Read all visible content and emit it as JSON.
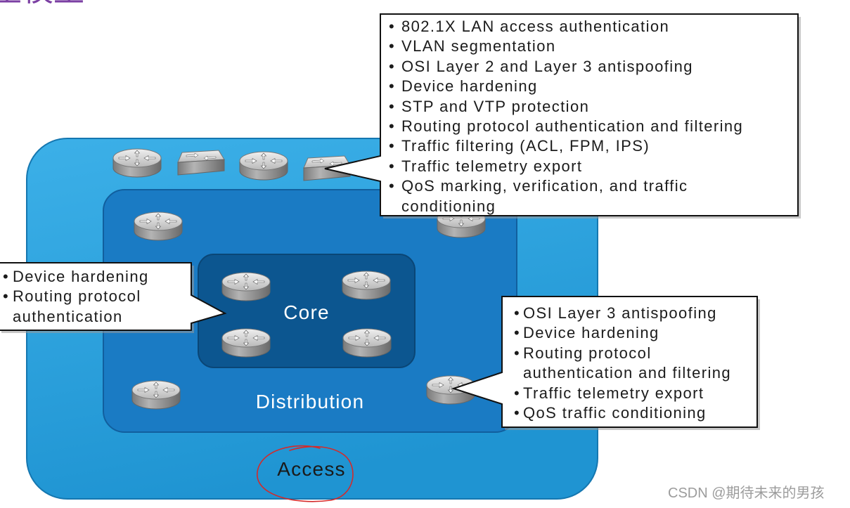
{
  "title": "全模型",
  "layers": {
    "core": "Core",
    "distribution": "Distribution",
    "access": "Access"
  },
  "callouts": {
    "access": {
      "items": [
        [
          "802.1X LAN access authentication"
        ],
        [
          "VLAN segmentation"
        ],
        [
          "OSI Layer 2 and Layer 3 antispoofing"
        ],
        [
          "Device hardening"
        ],
        [
          "STP and VTP protection"
        ],
        [
          "Routing protocol authentication and filtering"
        ],
        [
          "Traffic filtering (ACL, FPM, IPS)"
        ],
        [
          "Traffic telemetry export"
        ],
        [
          "QoS marking, verification, and traffic",
          "conditioning"
        ]
      ]
    },
    "core": {
      "items": [
        [
          "Device hardening"
        ],
        [
          "Routing protocol",
          "authentication"
        ]
      ]
    },
    "distribution": {
      "items": [
        [
          "OSI Layer 3 antispoofing"
        ],
        [
          "Device hardening"
        ],
        [
          "Routing protocol",
          "authentication and filtering"
        ],
        [
          "Traffic telemetry export"
        ],
        [
          "QoS traffic conditioning"
        ]
      ]
    }
  },
  "bullet": "•",
  "watermark": "CSDN @期待未来的男孩",
  "colors": {
    "access_layer": "#2aa0dc",
    "distribution_layer": "#1a7bc4",
    "core_layer": "#0c5690",
    "title": "#7b3fa3",
    "annotation_circle": "#d42a2a"
  },
  "icons": [
    "router-icon",
    "switch-icon"
  ]
}
